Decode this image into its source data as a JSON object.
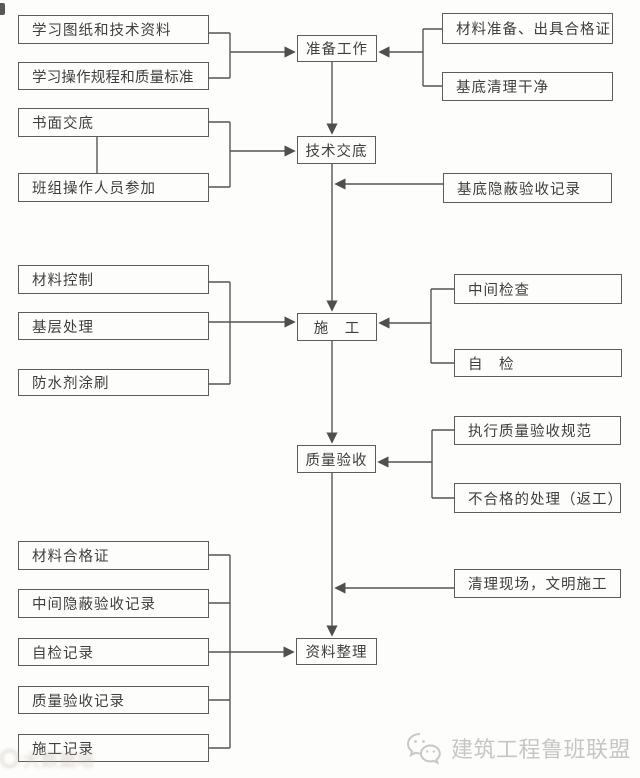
{
  "page": {
    "background": "#fdfdfc",
    "line_color": "#555555",
    "box_border_color": "#5c5c5c",
    "text_color": "#3e3e3e",
    "brand_color": "#c6c6c3"
  },
  "diagram": {
    "type": "flowchart",
    "main_steps": [
      "准备工作",
      "技术交底",
      "施　工",
      "质量验收",
      "资料整理"
    ],
    "edges": [
      {
        "from": [
          "study_drawings",
          "study_procedures"
        ],
        "to": "prepare_work"
      },
      {
        "from": [
          "material_preparation",
          "base_cleaning"
        ],
        "to": "prepare_work"
      },
      {
        "from": "prepare_work",
        "to": "technical_disclosure"
      },
      {
        "from": [
          "written_disclosure",
          "team_participation"
        ],
        "to": "technical_disclosure"
      },
      {
        "from": "base_concealed_record",
        "to": "line technical_disclosure→construction"
      },
      {
        "from": "technical_disclosure",
        "to": "construction"
      },
      {
        "from": [
          "material_control",
          "base_treatment",
          "waterproof_brushing"
        ],
        "to": "construction"
      },
      {
        "from": [
          "interim_inspection",
          "self_inspection"
        ],
        "to": "construction"
      },
      {
        "from": "construction",
        "to": "quality_acceptance"
      },
      {
        "from": [
          "execute_standards",
          "nonconforming_handling"
        ],
        "to": "quality_acceptance"
      },
      {
        "from": "site_cleanup",
        "to": "line quality_acceptance→data_collation"
      },
      {
        "from": "quality_acceptance",
        "to": "data_collation"
      },
      {
        "from": [
          "material_certificates",
          "interim_concealed_records",
          "self_check_records",
          "quality_acceptance_records",
          "construction_records"
        ],
        "to": "data_collation"
      }
    ]
  },
  "boxes": {
    "study_drawings": "学习图纸和技术资料",
    "study_procedures": "学习操作规程和质量标准",
    "written_disclosure": "书面交底",
    "team_participation": "班组操作人员参加",
    "material_control": "材料控制",
    "base_treatment": "基层处理",
    "waterproof_brushing": "防水剂涂刷",
    "material_certificates": "材料合格证",
    "interim_concealed_records": "中间隐蔽验收记录",
    "self_check_records": "自检记录",
    "quality_acceptance_records": "质量验收记录",
    "construction_records": "施工记录",
    "prepare_work": "准备工作",
    "technical_disclosure": "技术交底",
    "construction": "施　工",
    "quality_acceptance": "质量验收",
    "data_collation": "资料整理",
    "material_preparation": "材料准备、出具合格证",
    "base_cleaning": "基底清理干净",
    "base_concealed_record": "基底隐蔽验收记录",
    "interim_inspection": "中间检查",
    "self_inspection": "自　检",
    "execute_standards": "执行质量验收规范",
    "nonconforming_handling": "不合格的处理（返工）",
    "site_cleanup": "清理现场，文明施工"
  },
  "footer": {
    "brand": "建筑工程鲁班联盟",
    "brand_icon": "wechat-logo",
    "watermark_text": "大数据培"
  }
}
